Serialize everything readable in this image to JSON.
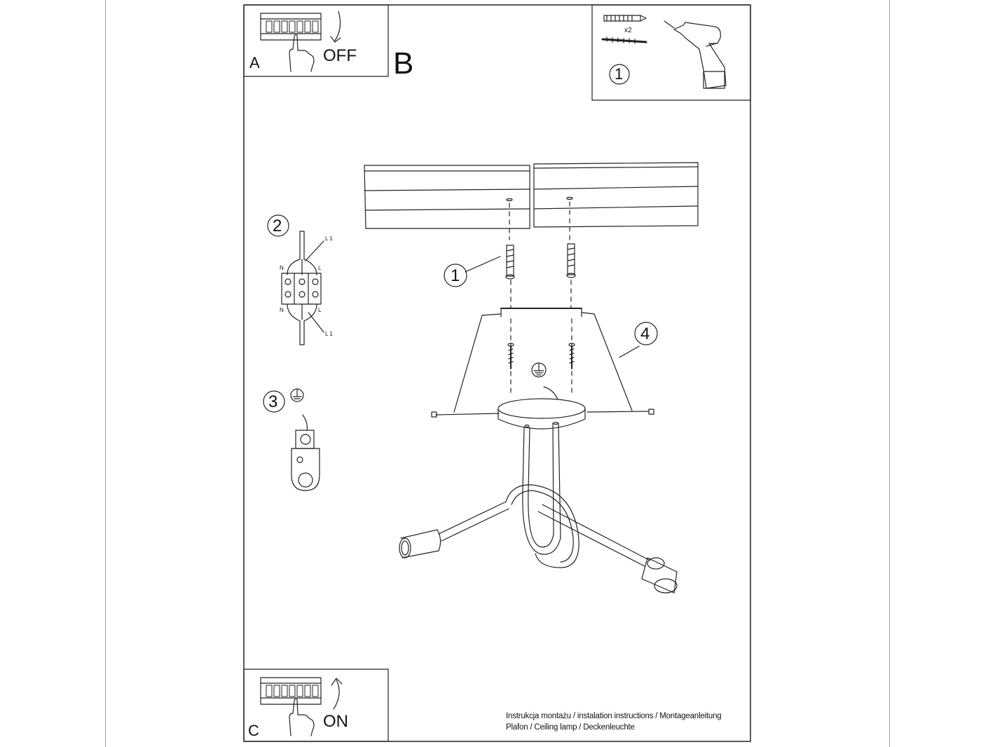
{
  "panels": {
    "a": {
      "letter": "A",
      "action": "OFF"
    },
    "b": {
      "letter": "B"
    },
    "c": {
      "letter": "C",
      "action": "ON"
    }
  },
  "tools": {
    "quantity": "x2",
    "step": "1"
  },
  "steps": {
    "s1": "1",
    "s2": "2",
    "s3": "3",
    "s4": "4"
  },
  "wiring": {
    "n": "N",
    "l": "L",
    "l1": "L 1"
  },
  "caption": {
    "line1": "Instrukcja montażu / instalation instructions / Montageanleitung",
    "line2": "Plafon / Ceiling lamp / Deckenleuchte"
  }
}
